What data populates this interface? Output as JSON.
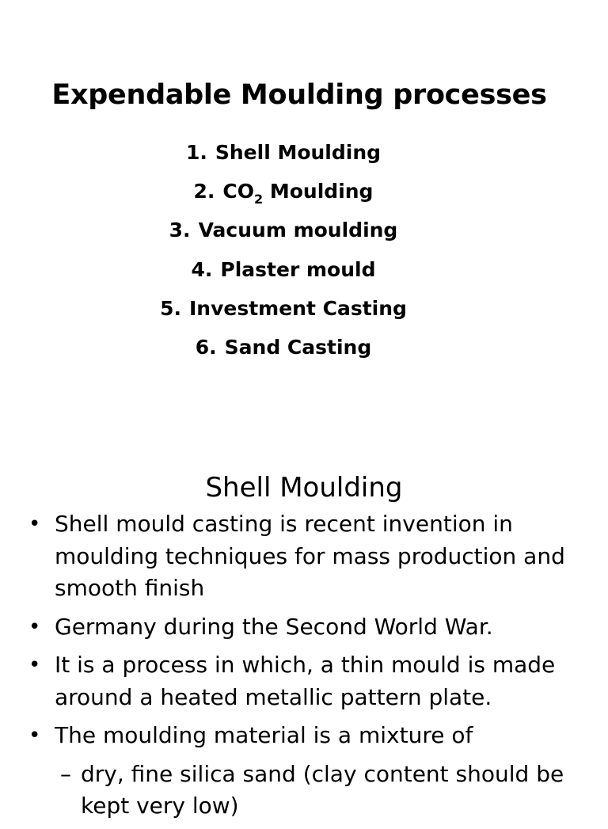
{
  "slide1": {
    "title": "Expendable Moulding processes",
    "items": [
      {
        "num": "1.",
        "text": "Shell Moulding"
      },
      {
        "num": "2.",
        "prefix": "CO",
        "sub": "2",
        "text": " Moulding"
      },
      {
        "num": "3.",
        "text": "Vacuum moulding"
      },
      {
        "num": "4.",
        "text": "Plaster mould"
      },
      {
        "num": "5.",
        "text": "Investment Casting"
      },
      {
        "num": "6.",
        "text": "Sand Casting"
      }
    ]
  },
  "slide2": {
    "title": "Shell Moulding",
    "bullets": [
      {
        "marker": "•",
        "text": "Shell mould casting is recent invention in moulding techniques for mass production and smooth finish"
      },
      {
        "marker": "•",
        "text": "Germany during the Second World War."
      },
      {
        "marker": "•",
        "text": " It is a process in which, a thin mould is made around a heated metallic pattern plate."
      },
      {
        "marker": "•",
        "text": " The moulding material is a mixture of"
      }
    ],
    "subbullets": [
      {
        "marker": "–",
        "text": "dry, fine silica sand (clay content should be kept very low)"
      }
    ]
  }
}
